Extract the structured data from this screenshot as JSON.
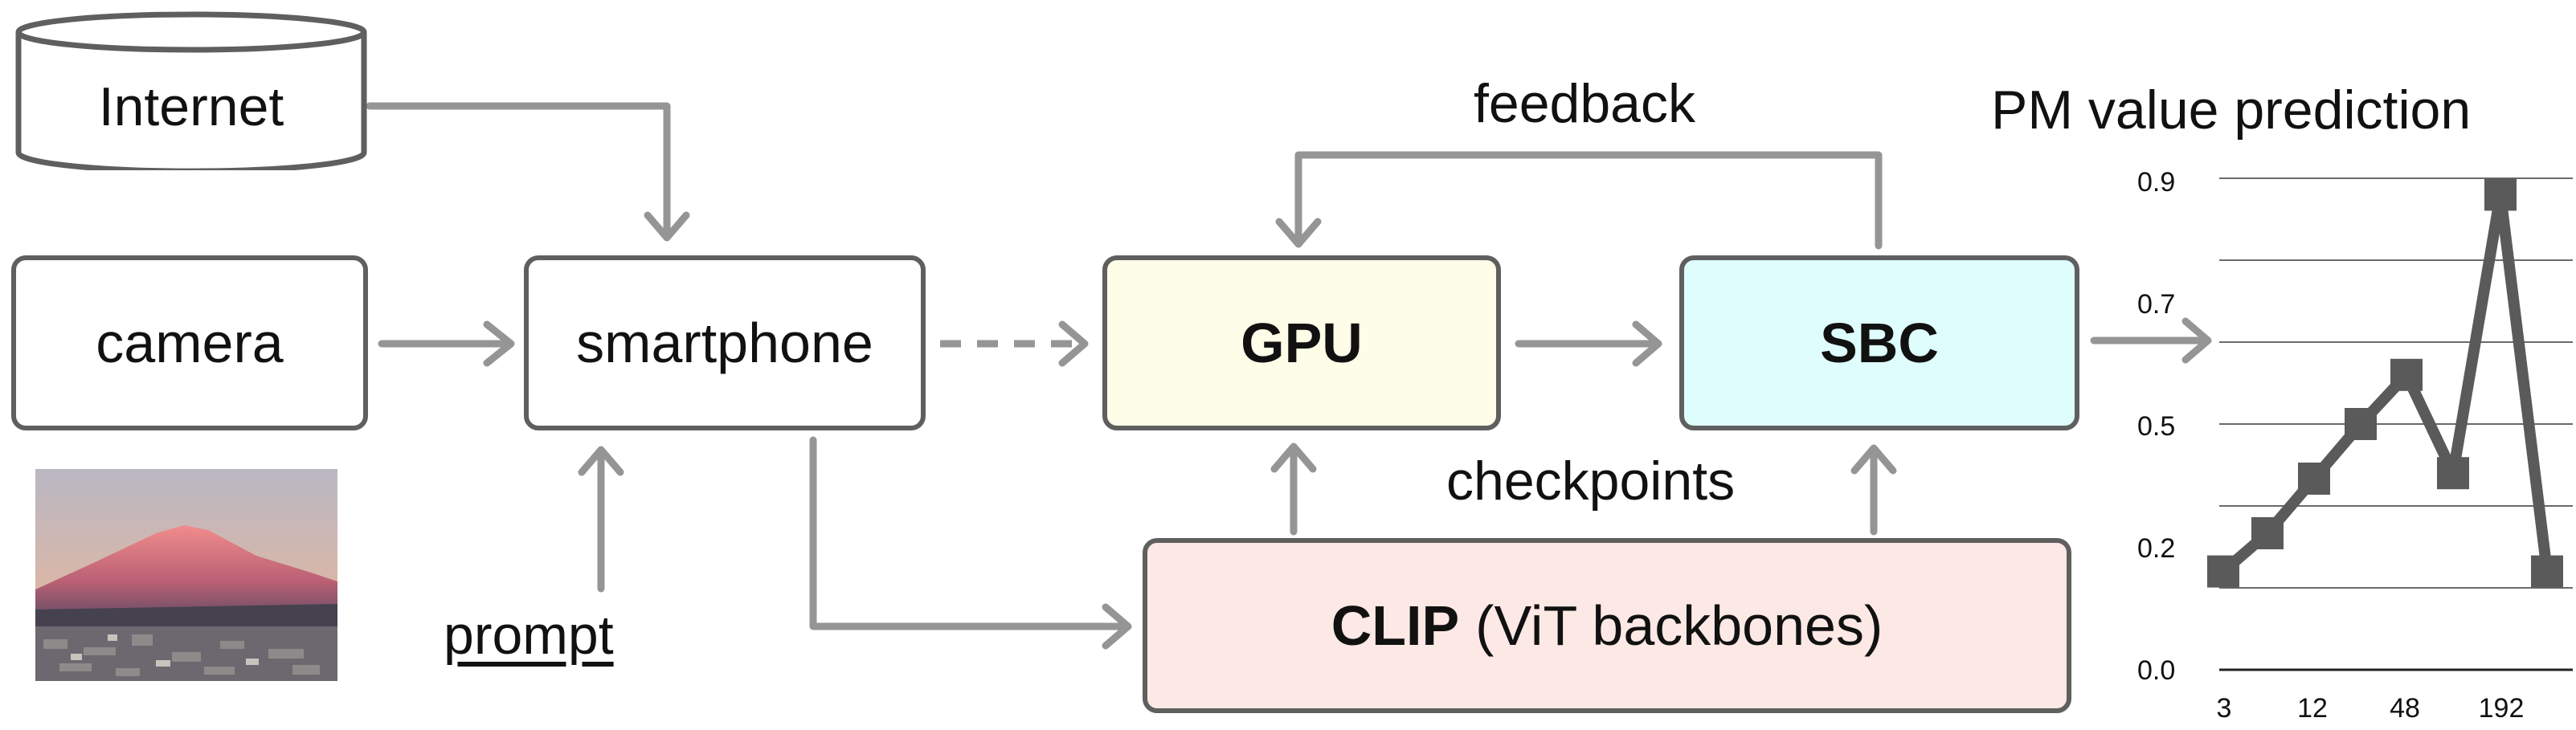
{
  "nodes": {
    "internet": "Internet",
    "camera": "camera",
    "smartphone": "smartphone",
    "prompt": "prompt",
    "gpu": "GPU",
    "sbc": "SBC",
    "clip_bold": "CLIP",
    "clip_rest": "(ViT backbones)"
  },
  "edge_labels": {
    "feedback": "feedback",
    "checkpoints": "checkpoints"
  },
  "colors": {
    "gpu_fill": "#fefee8",
    "sbc_fill": "#dffdfd",
    "clip_fill": "#fce8e4",
    "arrow": "#959595",
    "border": "#5f5f5f",
    "line": "#555555"
  },
  "chart_data": {
    "type": "line",
    "title": "PM value prediction",
    "x_tick_labels": [
      "3",
      "12",
      "48",
      "192"
    ],
    "y_tick_labels": [
      "0.0",
      "0.2",
      "0.5",
      "0.7",
      "0.9"
    ],
    "series": [
      {
        "values": [
          0.18,
          0.25,
          0.35,
          0.45,
          0.54,
          0.36,
          0.87,
          0.18
        ]
      }
    ],
    "ylim": [
      0,
      0.9
    ]
  }
}
